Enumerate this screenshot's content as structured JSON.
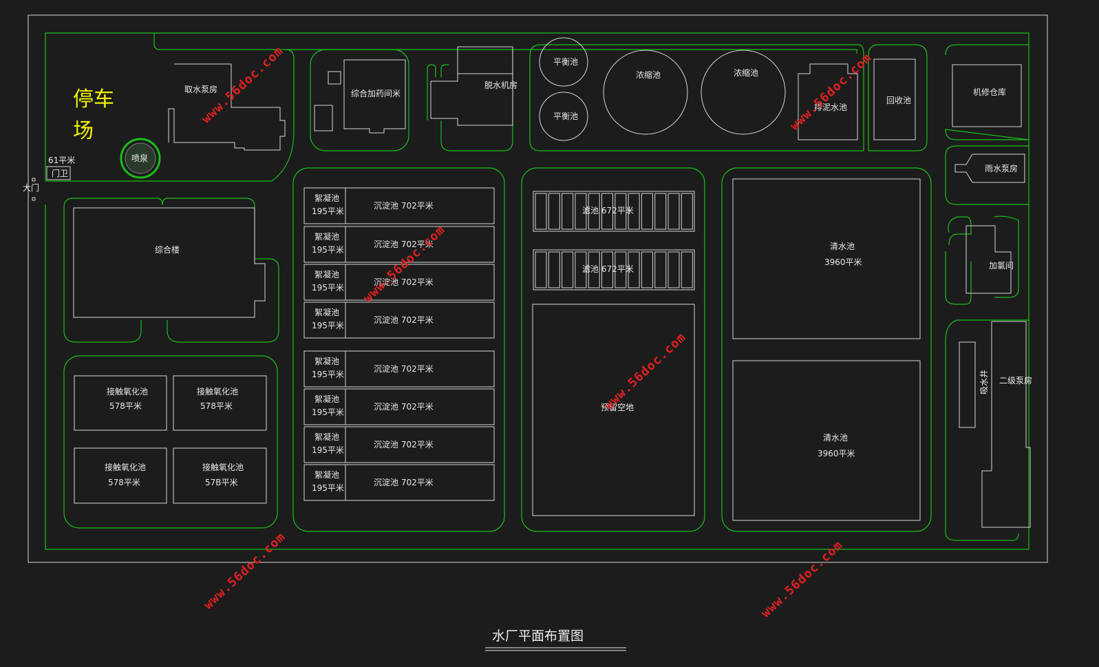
{
  "drawing": {
    "title": "水厂平面布置图",
    "colors": {
      "background": "#1c1c1c",
      "outline": "#d8d8d8",
      "road": "#19c019",
      "parking": "#f2f200",
      "watermark": "#e02020"
    }
  },
  "labels": {
    "parking_line1": "停车",
    "parking_line2": "场",
    "gate": "大门",
    "guard_area": "61平米",
    "guard": "门卫",
    "fountain": "喷泉",
    "intake_pump": "取水泵房",
    "dosing": "综合加药间米",
    "dewater": "脱水机房",
    "balance1": "平衡池",
    "balance2": "平衡池",
    "thickener1": "浓缩池",
    "thickener2": "浓缩池",
    "sludge_pump": "排泥水池",
    "recovery": "回收池",
    "repair": "机修仓库",
    "rain_pump": "雨水泵房",
    "chlorine": "加氯间",
    "second_pump": "二级泵房",
    "suction_well": "吸水井",
    "office": "综合楼",
    "reserved": "预留空地",
    "clear1_name": "清水池",
    "clear1_area": "3960平米",
    "clear2_name": "清水池",
    "clear2_area": "3960平米",
    "filter1": "滤池  672平米",
    "filter2": "滤池  672平米",
    "contact1_name": "接触氧化池",
    "contact1_area": "578平米",
    "contact2_name": "接触氧化池",
    "contact2_area": "578平米",
    "contact3_name": "接触氧化池",
    "contact3_area": "578平米",
    "contact4_name": "接触氧化池",
    "contact4_area": "57B平米"
  },
  "tanks": [
    {
      "coag": "絮凝池",
      "coag_area": "195平米",
      "sed": "沉淀池  702平米"
    },
    {
      "coag": "絮凝池",
      "coag_area": "195平米",
      "sed": "沉淀池  702平米"
    },
    {
      "coag": "絮凝池",
      "coag_area": "195平米",
      "sed": "沉淀池  702平米"
    },
    {
      "coag": "絮凝池",
      "coag_area": "195平米",
      "sed": "沉淀池  702平米"
    },
    {
      "coag": "絮凝池",
      "coag_area": "195平米",
      "sed": "沉淀池  702平米"
    },
    {
      "coag": "絮凝池",
      "coag_area": "195平米",
      "sed": "沉淀池  702平米"
    },
    {
      "coag": "絮凝池",
      "coag_area": "195平米",
      "sed": "沉淀池  702平米"
    },
    {
      "coag": "絮凝池",
      "coag_area": "195平米",
      "sed": "沉淀池  702平米"
    }
  ],
  "watermark": "www.56doc.com"
}
